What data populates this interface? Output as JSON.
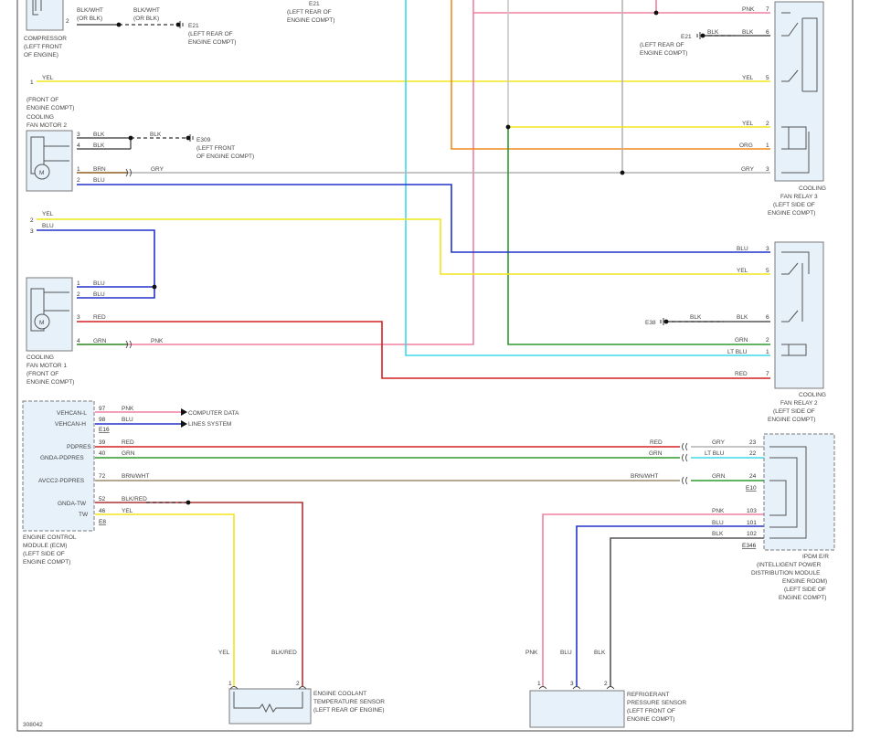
{
  "figure_id": "308042",
  "colors": {
    "YEL": "#f2e51b",
    "BLU": "#2233cc",
    "RED": "#d42020",
    "PNK": "#f080a0",
    "GRN": "#2f9a2f",
    "GRY": "#b4b4b4",
    "ORG": "#f08c1e",
    "BLK": "#333333",
    "LTBLU": "#40d8e8",
    "BRN": "#9a6a2a",
    "BRNWHT": "#a08c6c",
    "BLKRED": "#b03030"
  },
  "components": {
    "compressor": [
      "COMPRESSOR",
      "(LEFT FRONT",
      "OF ENGINE)"
    ],
    "compressor_wires": [
      "BLK/WHT",
      "(OR BLK)",
      "BLK/WHT",
      "(OR BLK)"
    ],
    "e21_compressor": [
      "E21",
      "(LEFT REAR OF",
      "ENGINE COMPT)"
    ],
    "e21_top": [
      "E21",
      "(LEFT REAR OF",
      "ENGINE COMPT)"
    ],
    "front_engine_note": [
      "(FRONT OF",
      "ENGINE COMPT)"
    ],
    "fan_motor_2": [
      "COOLING",
      "FAN MOTOR 2"
    ],
    "e309": [
      "E309",
      "(LEFT FRONT",
      "OF ENGINE COMPT)"
    ],
    "fan_motor_1": [
      "COOLING",
      "FAN MOTOR 1",
      "(FRONT OF",
      "ENGINE COMPT)"
    ],
    "relay_3": [
      "COOLING",
      "FAN RELAY 3",
      "(LEFT SIDE OF",
      "ENGINE COMPT)"
    ],
    "relay_3_e21": [
      "E21",
      "(LEFT REAR OF",
      "ENGINE COMPT)"
    ],
    "relay_2": [
      "COOLING",
      "FAN RELAY 2",
      "(LEFT SIDE OF",
      "ENGINE COMPT)"
    ],
    "e38": "E38",
    "computer_data": [
      "COMPUTER DATA",
      "LINES SYSTEM"
    ],
    "ecm": [
      "ENGINE CONTROL",
      "MODULE (ECM)",
      "(LEFT SIDE OF",
      "ENGINE COMPT)"
    ],
    "ecm_pins": [
      "VEHCAN-L",
      "VEHCAN-H",
      "PDPRES",
      "GNDA-PDPRES",
      "AVCC2-PDPRES",
      "GNDA-TW",
      "TW"
    ],
    "ipdm": [
      "IPDM E/R",
      "(INTELLIGENT POWER",
      "DISTRIBUTION MODULE",
      "ENGINE ROOM)",
      "(LEFT SIDE OF",
      "ENGINE COMPT)"
    ],
    "ect_sensor": [
      "ENGINE COOLANT",
      "TEMPERATURE SENSOR",
      "(LEFT REAR OF ENGINE)"
    ],
    "rp_sensor": [
      "REFRIGERANT",
      "PRESSURE SENSOR",
      "(LEFT FRONT OF",
      "ENGINE COMPT)"
    ]
  },
  "connectors": [
    "E16",
    "E8",
    "E10",
    "E346"
  ],
  "ecm_wires": [
    {
      "pin": "97",
      "color": "PNK"
    },
    {
      "pin": "98",
      "color": "BLU"
    },
    {
      "pin": "39",
      "color": "RED"
    },
    {
      "pin": "40",
      "color": "GRN"
    },
    {
      "pin": "72",
      "color": "BRN/WHT"
    },
    {
      "pin": "52",
      "color": "BLK/RED"
    },
    {
      "pin": "46",
      "color": "YEL"
    }
  ],
  "ipdm_wires": [
    {
      "pin": "23",
      "color": "GRY",
      "left": "RED"
    },
    {
      "pin": "22",
      "color": "LT BLU",
      "left": "GRN"
    },
    {
      "pin": "24",
      "color": "GRN",
      "left": "BRN/WHT"
    },
    {
      "pin": "103",
      "color": "PNK"
    },
    {
      "pin": "101",
      "color": "BLU"
    },
    {
      "pin": "102",
      "color": "BLK"
    }
  ],
  "relay3_pins": [
    {
      "pin": "7",
      "color": "PNK"
    },
    {
      "pin": "6",
      "color": "BLK"
    },
    {
      "pin": "5",
      "color": "YEL"
    },
    {
      "pin": "2",
      "color": "YEL"
    },
    {
      "pin": "1",
      "color": "ORG"
    },
    {
      "pin": "3",
      "color": "GRY"
    }
  ],
  "relay2_pins": [
    {
      "pin": "3",
      "color": "BLU"
    },
    {
      "pin": "5",
      "color": "YEL"
    },
    {
      "pin": "6",
      "color": "BLK"
    },
    {
      "pin": "2",
      "color": "GRN"
    },
    {
      "pin": "1",
      "color": "LT BLU"
    },
    {
      "pin": "7",
      "color": "RED"
    }
  ],
  "fan2_pins": [
    {
      "pin": "3",
      "color": "BLK"
    },
    {
      "pin": "4",
      "color": "BLK"
    },
    {
      "pin": "1",
      "color": "BRN"
    },
    {
      "pin": "2",
      "color": "BLU"
    }
  ],
  "fan1_pins": [
    {
      "pin": "1",
      "color": "BLU"
    },
    {
      "pin": "2",
      "color": "BLU"
    },
    {
      "pin": "3",
      "color": "RED"
    },
    {
      "pin": "4",
      "color": "GRN"
    }
  ],
  "misc_labels": {
    "yel_top_pin": "1",
    "yel_top": "YEL",
    "yel2_pin": "2",
    "yel2": "YEL",
    "blu3_pin": "3",
    "blu3": "BLU",
    "compressor_pin": "2",
    "blk_e309": "BLK",
    "gry_fan2": "GRY",
    "pnk_fan1": "PNK",
    "blk_e21": "BLK",
    "blk_e38": "BLK",
    "ect_yel": "YEL",
    "ect_blkred": "BLK/RED",
    "ect_pin1": "1",
    "ect_pin2": "2",
    "rp_pnk": "PNK",
    "rp_blu": "BLU",
    "rp_blk": "BLK",
    "rp_pin1": "1",
    "rp_pin3": "3",
    "rp_pin2": "2",
    "motor_symbol": "M"
  }
}
